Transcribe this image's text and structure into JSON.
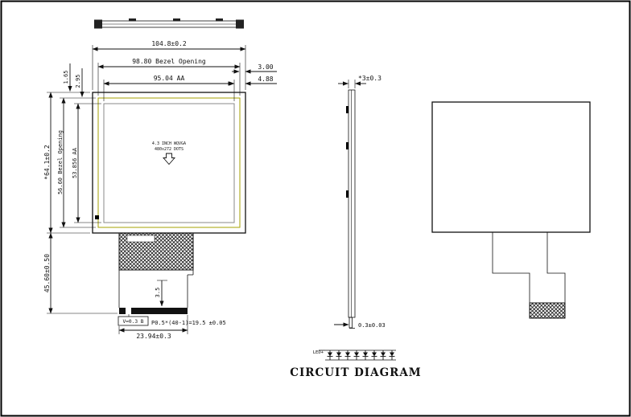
{
  "front": {
    "overall_w": "104.8±0.2",
    "bezel_w": "98.80 Bezel Opening",
    "aa_w": "95.04 AA",
    "inset_right_top": "3.00",
    "inset_right_aa": "4.88",
    "inset_left_1": "1.65",
    "inset_left_2": "2.95",
    "overall_h": "*64.1±0.2",
    "bezel_h": "56.60 Bezel Opening",
    "aa_h": "53.856 AA",
    "fpc_len": "45.60±0.50",
    "panel_line1": "4.3 INCH WQVGA",
    "panel_line2": "480x272 DOTS",
    "tail_len": "3.5",
    "contact_note": "V=0.3 B",
    "pitch_note": "P0.5*(40-1)=19.5 ±0.05",
    "fpc_w": "23.94±0.3"
  },
  "side": {
    "thickness": "*3±0.3",
    "fpc_thickness": "0.3±0.03"
  },
  "circuit": {
    "led_label": "LED+",
    "caption": "CIRCUIT DIAGRAM"
  }
}
